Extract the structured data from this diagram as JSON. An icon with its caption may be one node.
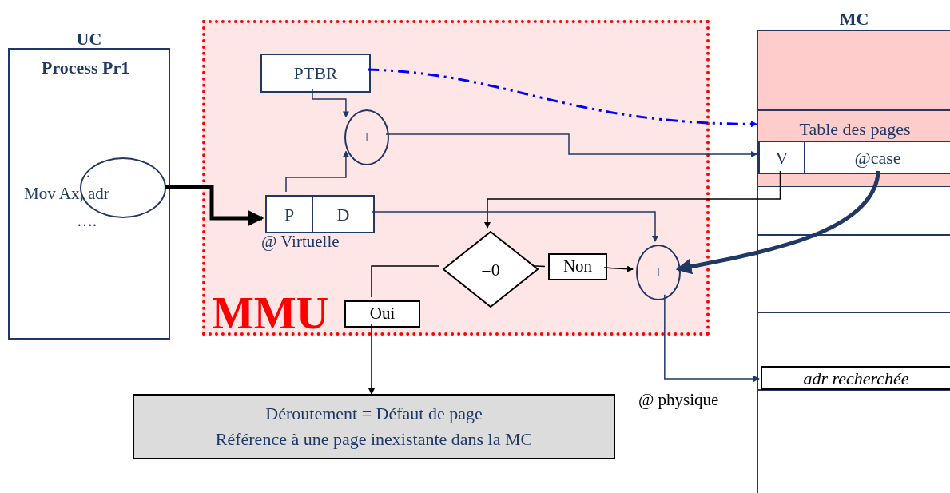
{
  "diagram": {
    "nodes": [
      {
        "text": [
          "UC",
          "Process Pr1"
        ]
      },
      {
        "text": [],
        "shape": "circle",
        "in": 0
      },
      {
        "text": [
          "MMU"
        ]
      },
      {
        "text": [
          "PTBR"
        ],
        "in": 2
      },
      {
        "text": [
          "+"
        ],
        "in": 2
      },
      {
        "text": [
          "P"
        ],
        "in": 2
      },
      {
        "text": [
          "D"
        ],
        "in": 2
      },
      {
        "text": [
          "=0"
        ],
        "in": 2
      },
      {
        "text": [
          "Non"
        ],
        "in": 2
      },
      {
        "text": [
          "+"
        ],
        "in": 2
      },
      {
        "text": [
          "Oui"
        ],
        "in": 2
      },
      {
        "text": [
          "Déroutement = Défaut de page",
          "Référence à une page inexistante dans la MC"
        ]
      },
      {
        "text": [
          "MC"
        ]
      },
      {
        "text": [
          "Table des pages"
        ],
        "in": 12
      },
      {
        "text": [
          "V"
        ],
        "in": 13
      },
      {
        "text": [
          "@case"
        ],
        "in": 13
      },
      {
        "text": [
          "adr recherchée"
        ],
        "in": 12
      }
    ],
    "edges": [
      {
        "from": 1,
        "to": 5,
        "arrow": "to",
        "style": "thick",
        "color": "#000000"
      },
      {
        "from": 3,
        "to": 4,
        "arrow": "to",
        "color": "#1f3864"
      },
      {
        "from": 5,
        "to": 4,
        "arrow": "to",
        "color": "#1f3864"
      },
      {
        "from": 3,
        "to": 13,
        "arrow": "to",
        "style": "dashed",
        "color": "#0000ff"
      },
      {
        "from": 4,
        "to": 14,
        "arrow": "to",
        "color": "#1f3864"
      },
      {
        "from": 14,
        "to": 7,
        "arrow": "to",
        "color": "#000000"
      },
      {
        "from": 6,
        "to": 9,
        "arrow": "to",
        "color": "#1f3864"
      },
      {
        "from": 7,
        "to": 8,
        "arrow": "none",
        "color": "#000000"
      },
      {
        "from": 8,
        "to": 9,
        "arrow": "to",
        "color": "#000000"
      },
      {
        "from": 7,
        "to": 10,
        "arrow": "none",
        "color": "#000000"
      },
      {
        "from": 10,
        "to": 11,
        "arrow": "to",
        "color": "#000000"
      },
      {
        "from": 15,
        "to": 9,
        "arrow": "to",
        "style": "thick",
        "color": "#1f3864"
      },
      {
        "from": 9,
        "to": 16,
        "arrow": "to",
        "color": "#1f3864"
      }
    ],
    "labels": [
      ".",
      "Mov Ax, adr",
      "….",
      "@ Virtuelle",
      "@ physique"
    ]
  }
}
